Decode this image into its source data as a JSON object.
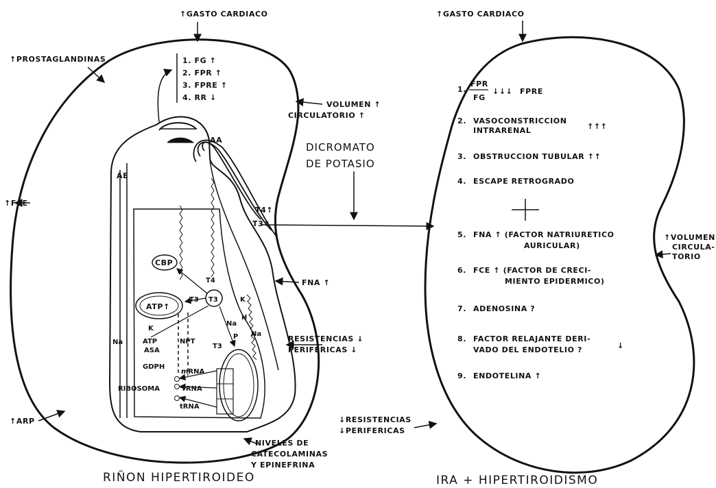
{
  "left": {
    "gasto": "GASTO CARDIACO",
    "prostaglandinas": "PROSTAGLANDINAS",
    "fg_list": [
      "1. FG",
      "2. FPR",
      "3. FPRE",
      "4. RR"
    ],
    "volumen": [
      "VOLUMEN",
      "CIRCULATORIO"
    ],
    "aa": "AA",
    "ae": "AE",
    "fce": "FCE",
    "t4": "T4",
    "t3": "T3",
    "cbp": "CBP",
    "atp": "ATP",
    "fna": "FNA",
    "resistencias": [
      "RESISTENCIAS",
      "PERIFERICAS"
    ],
    "cell": {
      "t4": "T4",
      "t3a": "T3",
      "t3b": "T3",
      "t3c": "T3",
      "k1": "K",
      "k2": "K",
      "na1": "Na",
      "na2": "Na",
      "na3": "Na",
      "h": "H",
      "p": "P",
      "atp2": "ATP",
      "asa": "ASA",
      "gdph": "GDPH",
      "npt": "NPT",
      "mrna": "mRNA",
      "rrna": "rRNA",
      "trna": "tRNA",
      "ribosoma": "RIBOSOMA"
    },
    "arp": "ARP",
    "niveles": [
      "NIVELES DE",
      "CATECOLAMINAS",
      "Y EPINEFRINA"
    ],
    "title": "RIÑON HIPERTIROIDEO"
  },
  "center": {
    "dicromato": [
      "DICROMATO",
      "DE POTASIO"
    ]
  },
  "right": {
    "gasto": "GASTO CARDIACO",
    "frac_num": "FPR",
    "frac_den": "FG",
    "items": [
      "1.",
      "FPRE",
      "2.",
      "VASOCONSTRICCION",
      "INTRARENAL",
      "3.",
      "OBSTRUCCION TUBULAR",
      "4.",
      "ESCAPE RETROGRADO",
      "5.",
      "FNA",
      "(FACTOR NATRIURETICO",
      "AURICULAR)",
      "6.",
      "FCE",
      "(FACTOR DE CRECI-",
      "MIENTO EPIDERMICO)",
      "7.",
      "ADENOSINA ?",
      "8.",
      "FACTOR RELAJANTE DERI-",
      "VADO DEL ENDOTELIO ?",
      "9.",
      "ENDOTELINA"
    ],
    "volumen": [
      "VOLUMEN",
      "CIRCULA-",
      "TORIO"
    ],
    "resistencias": [
      "RESISTENCIAS",
      "PERIFERICAS"
    ],
    "title": "IRA + HIPERTIROIDISMO"
  }
}
